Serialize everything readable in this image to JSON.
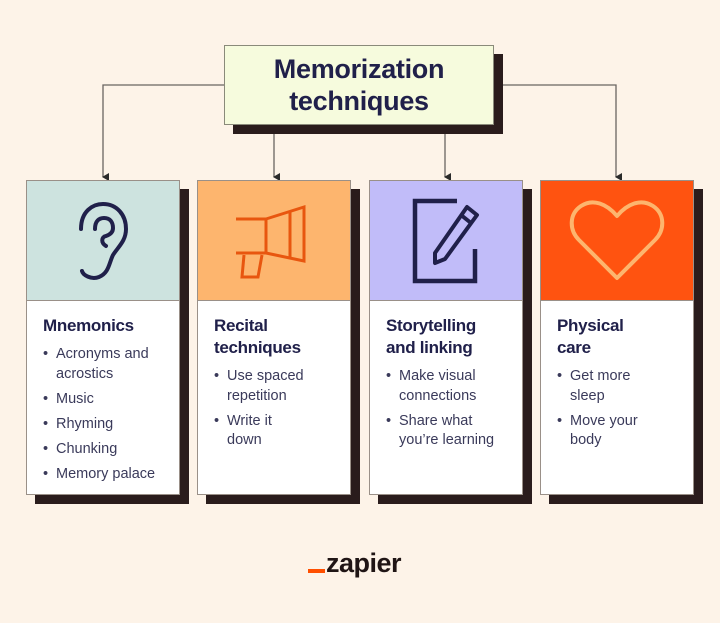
{
  "title": "Memorization\ntechniques",
  "colors": {
    "background": "#fdf3e8",
    "title_box": "#f6fbdd",
    "shadow": "#2a1c1c",
    "text_dark": "#20204a",
    "brand_orange": "#ff4f00"
  },
  "cards": [
    {
      "title": "Mnemonics",
      "icon": "ear-icon",
      "header_color": "#cde3df",
      "items": [
        "Acronyms and\nacrostics",
        "Music",
        "Rhyming",
        "Chunking",
        "Memory palace"
      ]
    },
    {
      "title": "Recital\ntechniques",
      "icon": "megaphone-icon",
      "header_color": "#fdb56e",
      "items": [
        "Use spaced\nrepetition",
        "Write it\ndown"
      ]
    },
    {
      "title": "Storytelling\nand linking",
      "icon": "pencil-paper-icon",
      "header_color": "#c1bcf9",
      "items": [
        "Make visual\nconnections",
        "Share what\nyou’re learning"
      ]
    },
    {
      "title": "Physical\ncare",
      "icon": "heart-icon",
      "header_color": "#ff5310",
      "items": [
        "Get more\nsleep",
        "Move your\nbody"
      ]
    }
  ],
  "logo": {
    "text": "zapier"
  }
}
